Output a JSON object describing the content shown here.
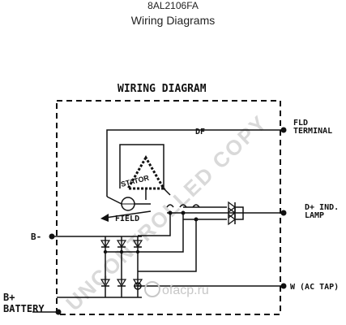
{
  "header": {
    "part_number": "8AL2106FA",
    "subtitle": "Wiring Diagrams"
  },
  "diagram": {
    "title": "WIRING DIAGRAM",
    "labels": {
      "fld_line1": "FLD",
      "fld_line2": "TERMINAL",
      "df": "DF",
      "d_plus_line1": "D+ IND.",
      "d_plus_line2": "LAMP",
      "stator": "STATOR",
      "field": "FIELD",
      "b_minus": "B-",
      "w_ac_tap": "W (AC TAP)",
      "b_plus_line1": "B+",
      "b_plus_line2": "BATTERY"
    },
    "watermark": "UNCONTROLLED COPY",
    "site_watermark": "ofacp.ru"
  }
}
